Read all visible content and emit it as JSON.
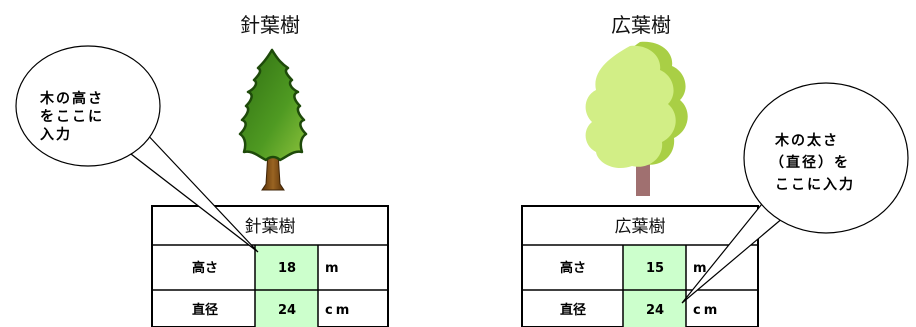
{
  "conifer": {
    "title": "針葉樹",
    "table_header": "針葉樹",
    "rows": [
      {
        "label": "高さ",
        "value": "18",
        "unit": "m"
      },
      {
        "label": "直径",
        "value": "24",
        "unit": "cm"
      }
    ]
  },
  "broadleaf": {
    "title": "広葉樹",
    "table_header": "広葉樹",
    "rows": [
      {
        "label": "高さ",
        "value": "15",
        "unit": "m"
      },
      {
        "label": "直径",
        "value": "24",
        "unit": "cm"
      }
    ]
  },
  "callouts": {
    "height": [
      "木の高さ",
      "をここに",
      "入力"
    ],
    "diameter": [
      "木の太さ",
      "（直径）を",
      "ここに入力"
    ]
  },
  "colors": {
    "input_cell": "#ccffcc",
    "conifer_foliage": "#3f8a1f",
    "broadleaf_foliage": "#ccee77",
    "trunk_conifer": "#7a4a12",
    "trunk_broadleaf": "#a07070"
  }
}
